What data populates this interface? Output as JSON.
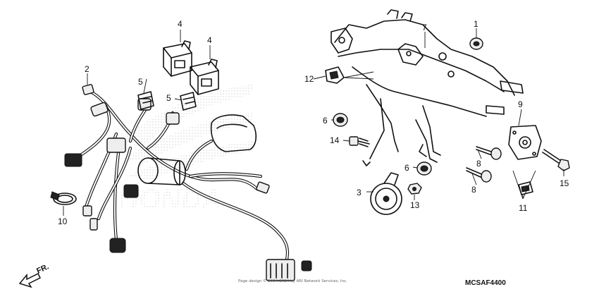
{
  "callouts": {
    "c1": "1",
    "c2": "2",
    "c3": "3",
    "c4a": "4",
    "c4b": "4",
    "c5a": "5",
    "c5b": "5",
    "c6a": "6",
    "c6b": "6",
    "c7": "7",
    "c8a": "8",
    "c8b": "8",
    "c9": "9",
    "c10": "10",
    "c11": "11",
    "c12": "12",
    "c13": "13",
    "c14": "14",
    "c15": "15"
  },
  "direction_label": "FR.",
  "watermark": "HONDA",
  "copyright": "Page design © 2004-2024 by ARI Network Services, Inc.",
  "diagram_code": "MCSAF4400",
  "colors": {
    "ink": "#111111",
    "watermark": "#e6e6e6",
    "background": "#ffffff"
  }
}
